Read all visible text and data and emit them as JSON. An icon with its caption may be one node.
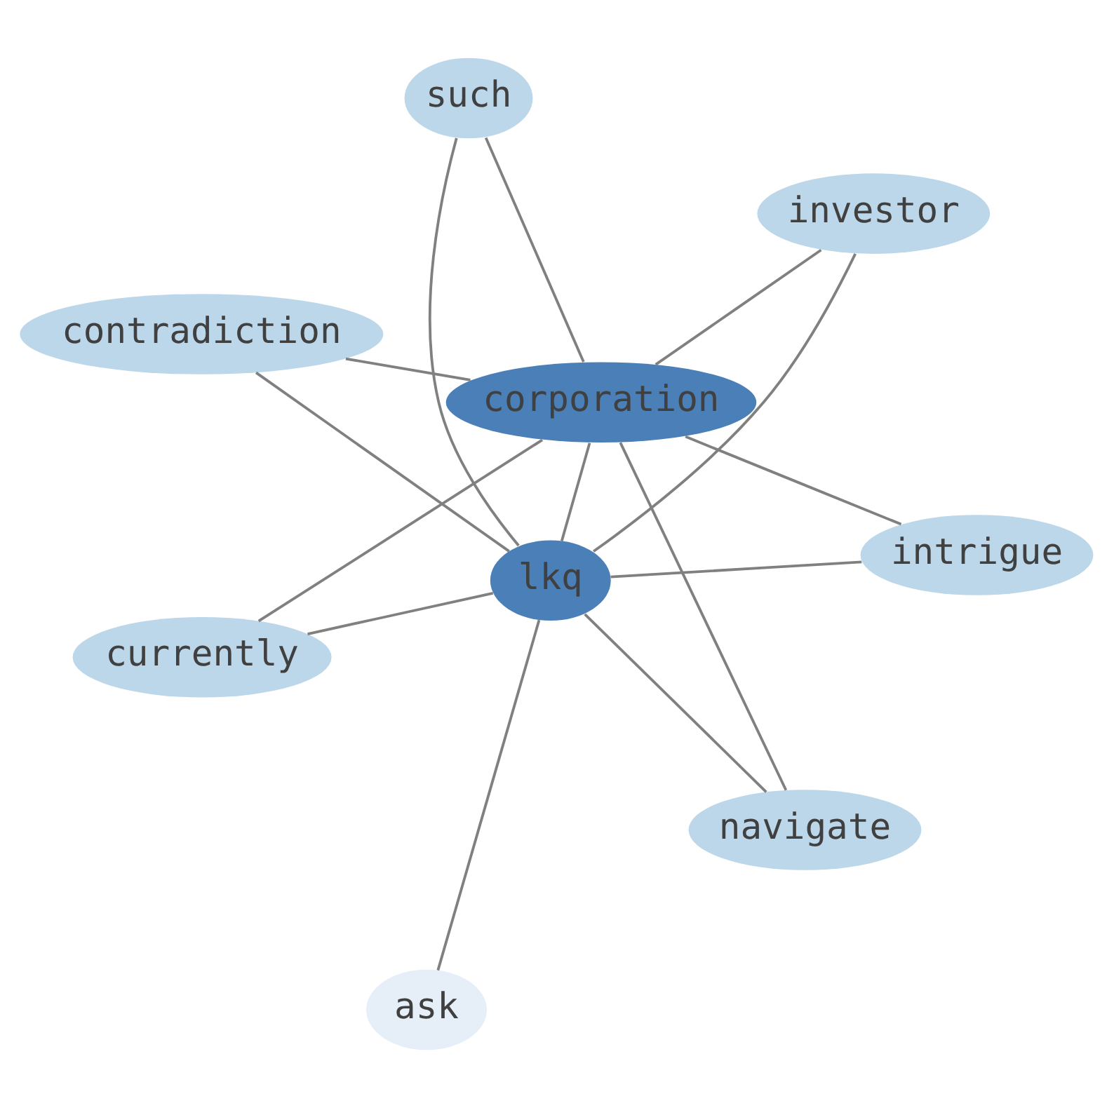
{
  "diagram": {
    "nodes": [
      {
        "text": [
          "contradiction"
        ]
      },
      {
        "text": [
          "investor"
        ]
      },
      {
        "text": [
          "navigate"
        ]
      },
      {
        "text": [
          "corporation"
        ]
      },
      {
        "text": [
          "lkq"
        ]
      },
      {
        "text": [
          "such"
        ]
      },
      {
        "text": [
          "currently"
        ]
      },
      {
        "text": [
          "intrigue"
        ]
      },
      {
        "text": [
          "ask"
        ]
      }
    ],
    "edges": [
      {
        "from": 4,
        "to": 0,
        "arrow": "none"
      },
      {
        "from": 4,
        "to": 1,
        "arrow": "none"
      },
      {
        "from": 4,
        "to": 2,
        "arrow": "none"
      },
      {
        "from": 4,
        "to": 5,
        "arrow": "none"
      },
      {
        "from": 4,
        "to": 6,
        "arrow": "none"
      },
      {
        "from": 4,
        "to": 7,
        "arrow": "none"
      },
      {
        "from": 4,
        "to": 8,
        "arrow": "none"
      },
      {
        "from": 4,
        "to": 3,
        "arrow": "none"
      },
      {
        "from": 3,
        "to": 0,
        "arrow": "none"
      },
      {
        "from": 3,
        "to": 1,
        "arrow": "none"
      },
      {
        "from": 3,
        "to": 2,
        "arrow": "none"
      },
      {
        "from": 3,
        "to": 5,
        "arrow": "none"
      },
      {
        "from": 3,
        "to": 6,
        "arrow": "none"
      },
      {
        "from": 3,
        "to": 7,
        "arrow": "none"
      }
    ]
  }
}
